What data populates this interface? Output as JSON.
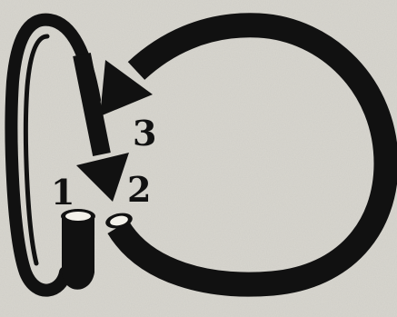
{
  "diagram": {
    "labels": {
      "one": "1",
      "two": "2",
      "three": "3"
    },
    "colors": {
      "paper": "#d9d7d0",
      "ink": "#111111",
      "tube_inner": "#f3f1ea",
      "tube_rim": "#b9b6ae"
    }
  }
}
